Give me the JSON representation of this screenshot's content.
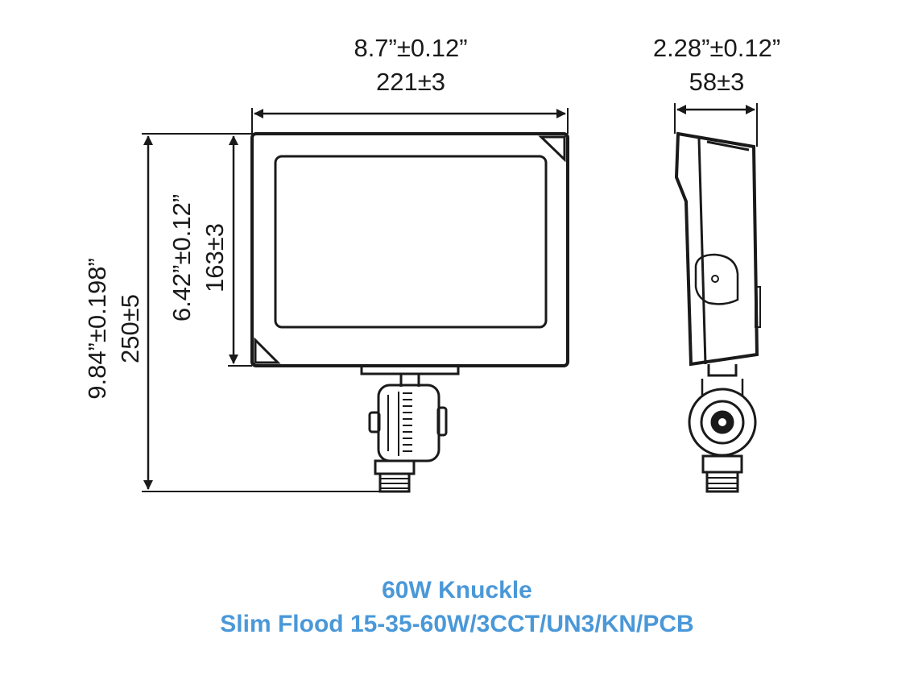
{
  "dimensions": {
    "width_in": "8.7”±0.12”",
    "width_mm": "221±3",
    "depth_in": "2.28”±0.12”",
    "depth_mm": "58±3",
    "overall_height_in": "9.84”±0.198”",
    "overall_height_mm": "250±5",
    "panel_height_in": "6.42”±0.12”",
    "panel_height_mm": "163±3"
  },
  "caption": {
    "line1": "60W Knuckle",
    "line2": "Slim Flood 15-35-60W/3CCT/UN3/KN/PCB",
    "color": "#4a98d8"
  },
  "colors": {
    "line": "#1a1a1a"
  }
}
